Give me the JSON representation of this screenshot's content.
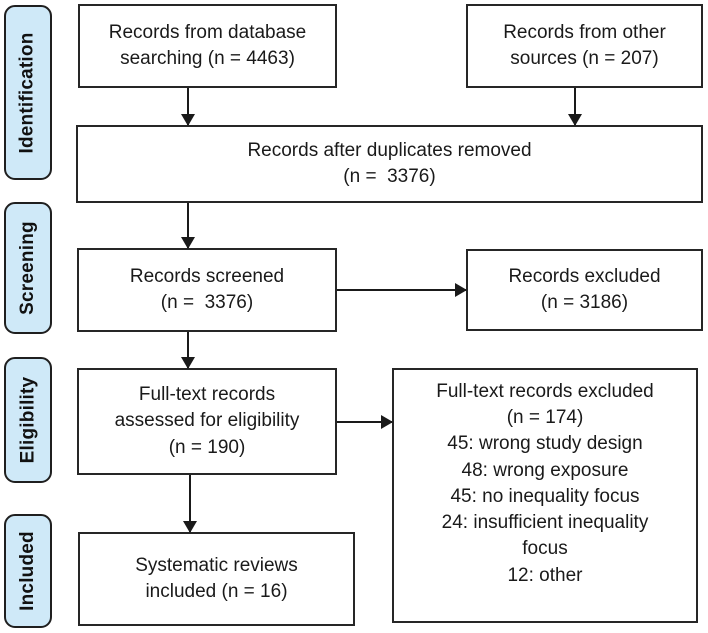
{
  "diagram": {
    "type": "prisma-flowchart",
    "colors": {
      "stage_fill": "#cfe9f8",
      "stage_border": "#1f1f1f",
      "box_border": "#262626",
      "arrow": "#1a1a1a",
      "text": "#1a1a1a",
      "background": "#ffffff"
    },
    "stages": [
      {
        "label": "Identification"
      },
      {
        "label": "Screening"
      },
      {
        "label": "Eligibility"
      },
      {
        "label": "Included"
      }
    ],
    "boxes": [
      {
        "id": "records-database-searching",
        "text": "Records from database\nsearching (n = 4463)"
      },
      {
        "id": "records-other-sources",
        "text": "Records from other\nsources (n = 207)"
      },
      {
        "id": "records-after-duplicates",
        "text": "Records after duplicates removed\n(n =  3376)"
      },
      {
        "id": "records-screened",
        "text": "Records screened\n(n =  3376)"
      },
      {
        "id": "records-excluded",
        "text": "Records excluded\n(n = 3186)"
      },
      {
        "id": "fulltext-assessed",
        "text": "Full-text records\nassessed for eligibility\n(n = 190)"
      },
      {
        "id": "fulltext-excluded",
        "text": "Full-text records excluded\n(n = 174)\n45: wrong study design\n48: wrong exposure\n45: no inequality focus\n24: insufficient inequality\nfocus\n12: other"
      },
      {
        "id": "reviews-included",
        "text": "Systematic reviews\nincluded (n = 16)"
      }
    ]
  }
}
